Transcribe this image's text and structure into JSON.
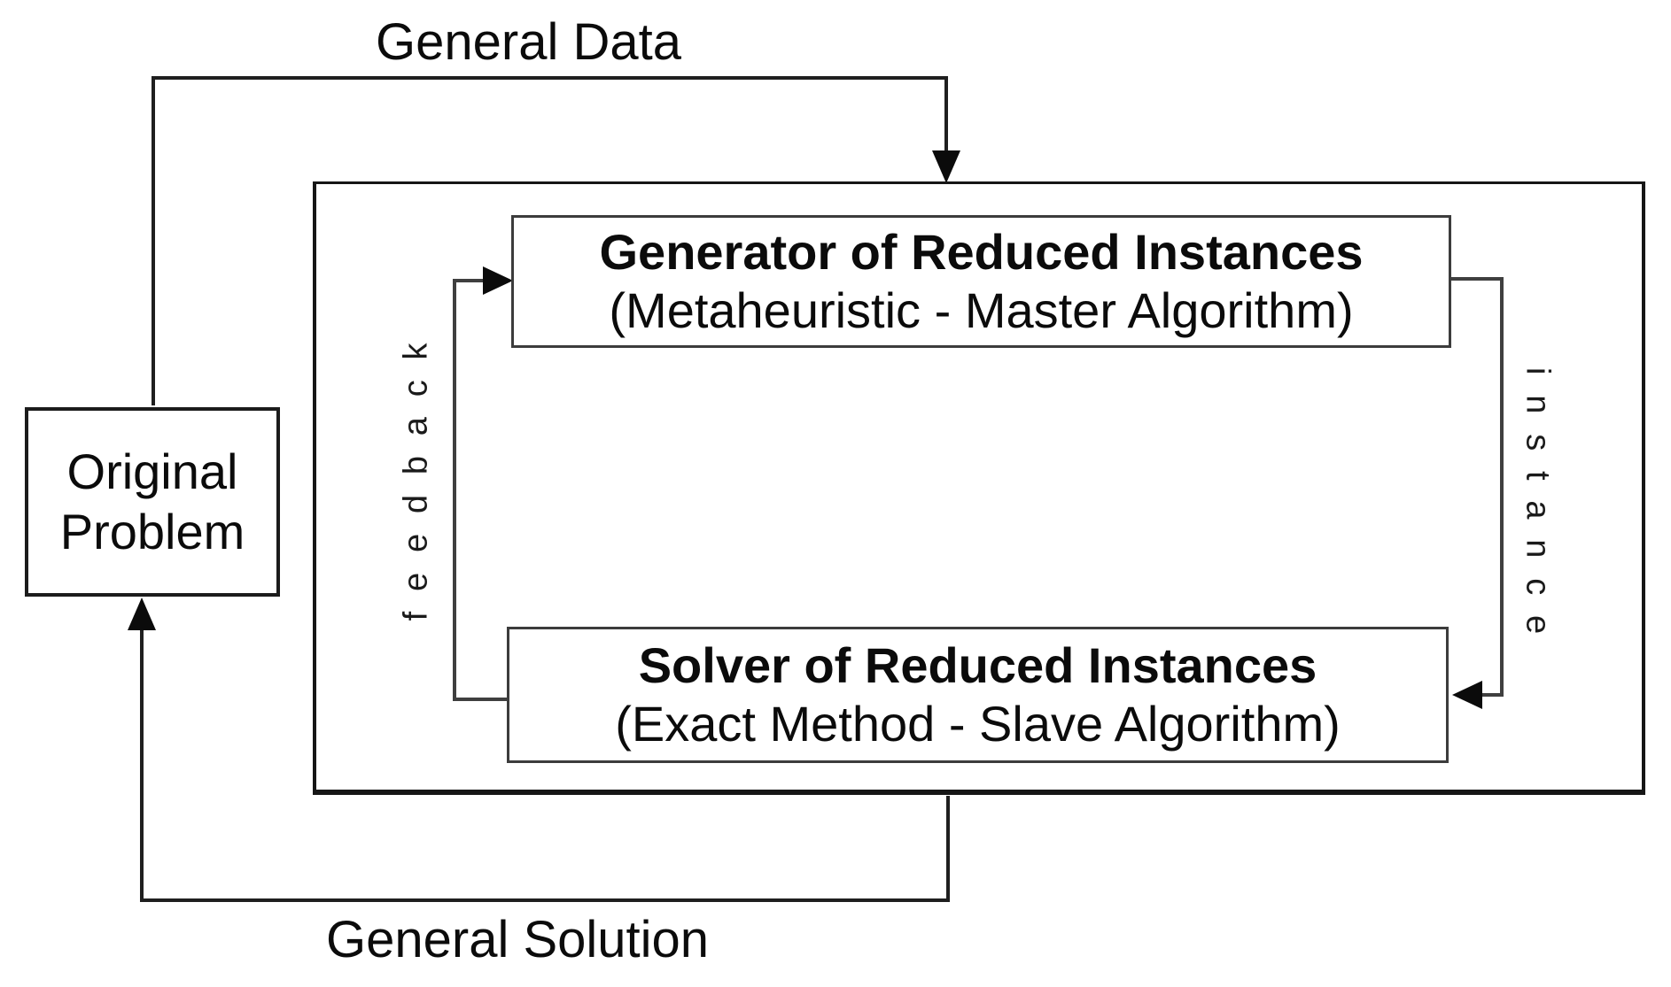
{
  "diagram": {
    "labels": {
      "general_data": "General Data",
      "general_solution": "General Solution",
      "feedback": "feedback",
      "instance": "instance"
    },
    "nodes": {
      "original_problem": {
        "title": "Original Problem"
      },
      "generator": {
        "title": "Generator of Reduced Instances",
        "subtitle": "(Metaheuristic - Master Algorithm)"
      },
      "solver": {
        "title": "Solver of Reduced Instances",
        "subtitle": "(Exact Method - Slave Algorithm)"
      }
    },
    "colors": {
      "background": "#ffffff",
      "outer_line": "#1f1f1f",
      "inner_line": "#3f3f3f",
      "text": "#0b0b0b"
    }
  }
}
